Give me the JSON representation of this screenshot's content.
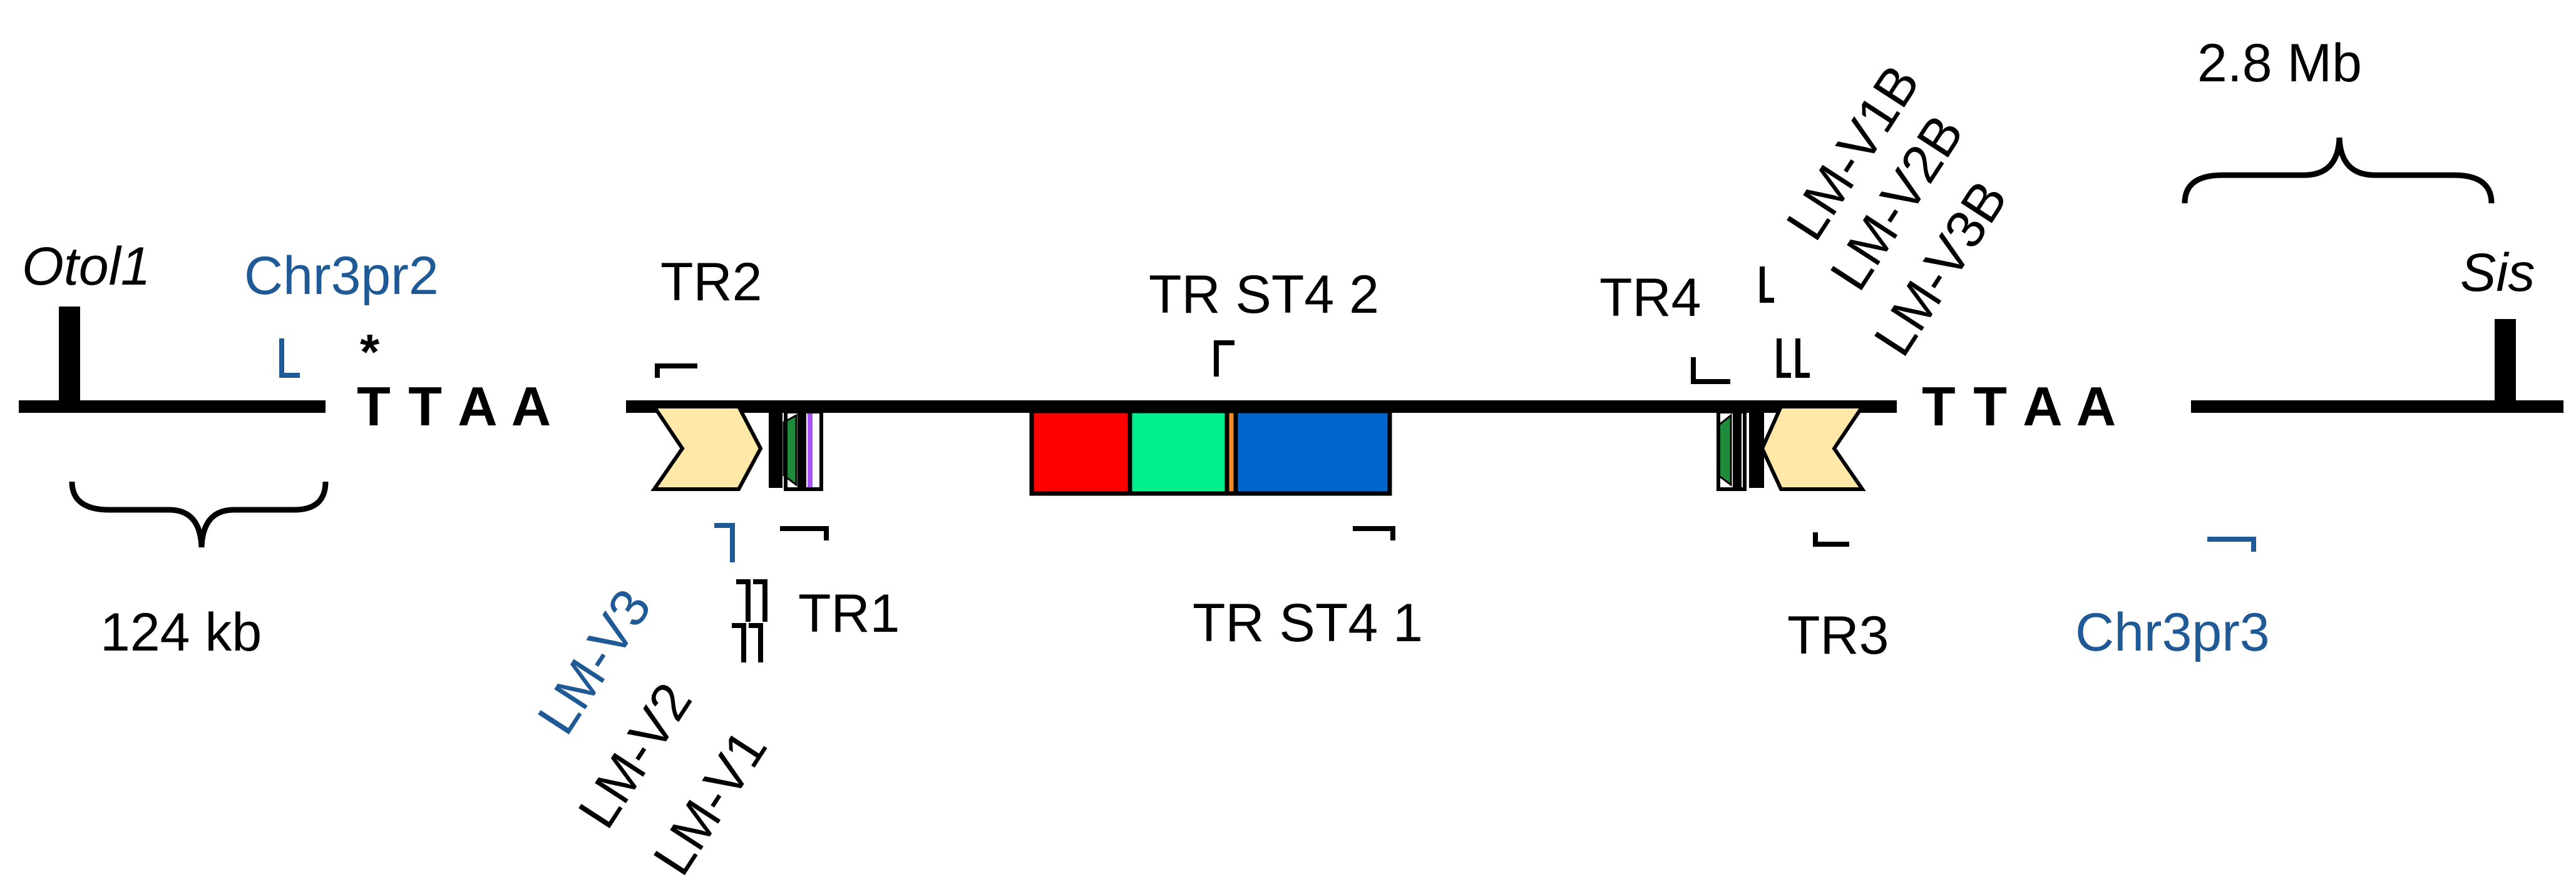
{
  "genes": {
    "left": "Otol1",
    "right": "Sis"
  },
  "distances": {
    "left": "124 kb",
    "right": "2.8 Mb"
  },
  "sequences": {
    "left": "T T A A",
    "right": "T T A A"
  },
  "asterisk": "*",
  "primers": {
    "chr3pr2": "Chr3pr2",
    "chr3pr3": "Chr3pr3",
    "tr1": "TR1",
    "tr2": "TR2",
    "tr3": "TR3",
    "tr4": "TR4",
    "trst4_1": "TR ST4 1",
    "trst4_2": "TR ST4 2",
    "lm_v1": "LM-V1",
    "lm_v2": "LM-V2",
    "lm_v3": "LM-V3",
    "lm_v1b": "LM-V1B",
    "lm_v2b": "LM-V2B",
    "lm_v3b": "LM-V3B"
  },
  "colors": {
    "line": "#000000",
    "primer_blue": "#1F5A96",
    "tir": "#FFE8A8",
    "red": "#FF0000",
    "green": "#00F08C",
    "blue": "#0066CC",
    "orange": "#F08A24",
    "dark_green": "#1E8B3C",
    "purple": "#A855F7"
  }
}
